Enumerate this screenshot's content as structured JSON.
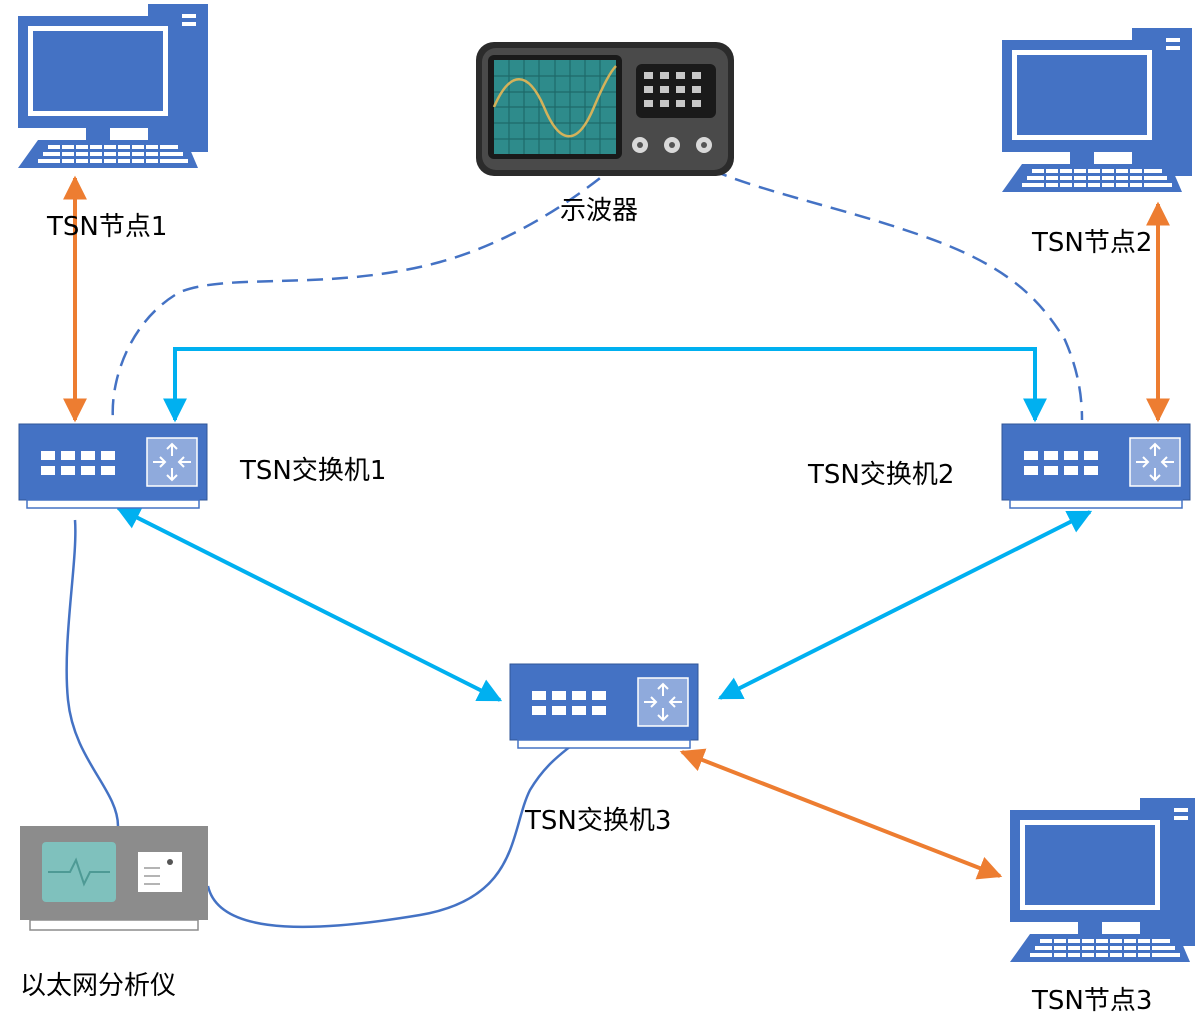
{
  "colors": {
    "device_blue": "#4472C4",
    "device_dark": "#2F5597",
    "orange_link": "#ED7D31",
    "cyan_link": "#00B0F0",
    "dashed_link": "#4472C4"
  },
  "icons": {
    "pc": "desktop-computer-icon",
    "switch": "network-switch-icon",
    "oscilloscope": "oscilloscope-icon",
    "analyzer": "ethernet-analyzer-icon"
  },
  "nodes": {
    "tsn_node_1": "TSN节点1",
    "tsn_node_2": "TSN节点2",
    "tsn_node_3": "TSN节点3",
    "switch_1": "TSN交换机1",
    "switch_2": "TSN交换机2",
    "switch_3": "TSN交换机3",
    "oscilloscope": "示波器",
    "analyzer": "以太网分析仪"
  },
  "links": [
    {
      "from": "TSN节点1",
      "to": "TSN交换机1",
      "style": "orange bidirectional"
    },
    {
      "from": "TSN节点2",
      "to": "TSN交换机2",
      "style": "orange bidirectional"
    },
    {
      "from": "TSN节点3",
      "to": "TSN交换机3",
      "style": "orange bidirectional"
    },
    {
      "from": "TSN交换机1",
      "to": "TSN交换机2",
      "style": "cyan bidirectional"
    },
    {
      "from": "TSN交换机1",
      "to": "TSN交换机3",
      "style": "cyan bidirectional"
    },
    {
      "from": "TSN交换机2",
      "to": "TSN交换机3",
      "style": "cyan bidirectional"
    },
    {
      "from": "示波器",
      "to": "TSN交换机1",
      "style": "dashed"
    },
    {
      "from": "示波器",
      "to": "TSN交换机2",
      "style": "dashed"
    },
    {
      "from": "以太网分析仪",
      "to": "TSN交换机1",
      "style": "solid cable"
    },
    {
      "from": "以太网分析仪",
      "to": "TSN交换机3",
      "style": "solid cable"
    }
  ]
}
